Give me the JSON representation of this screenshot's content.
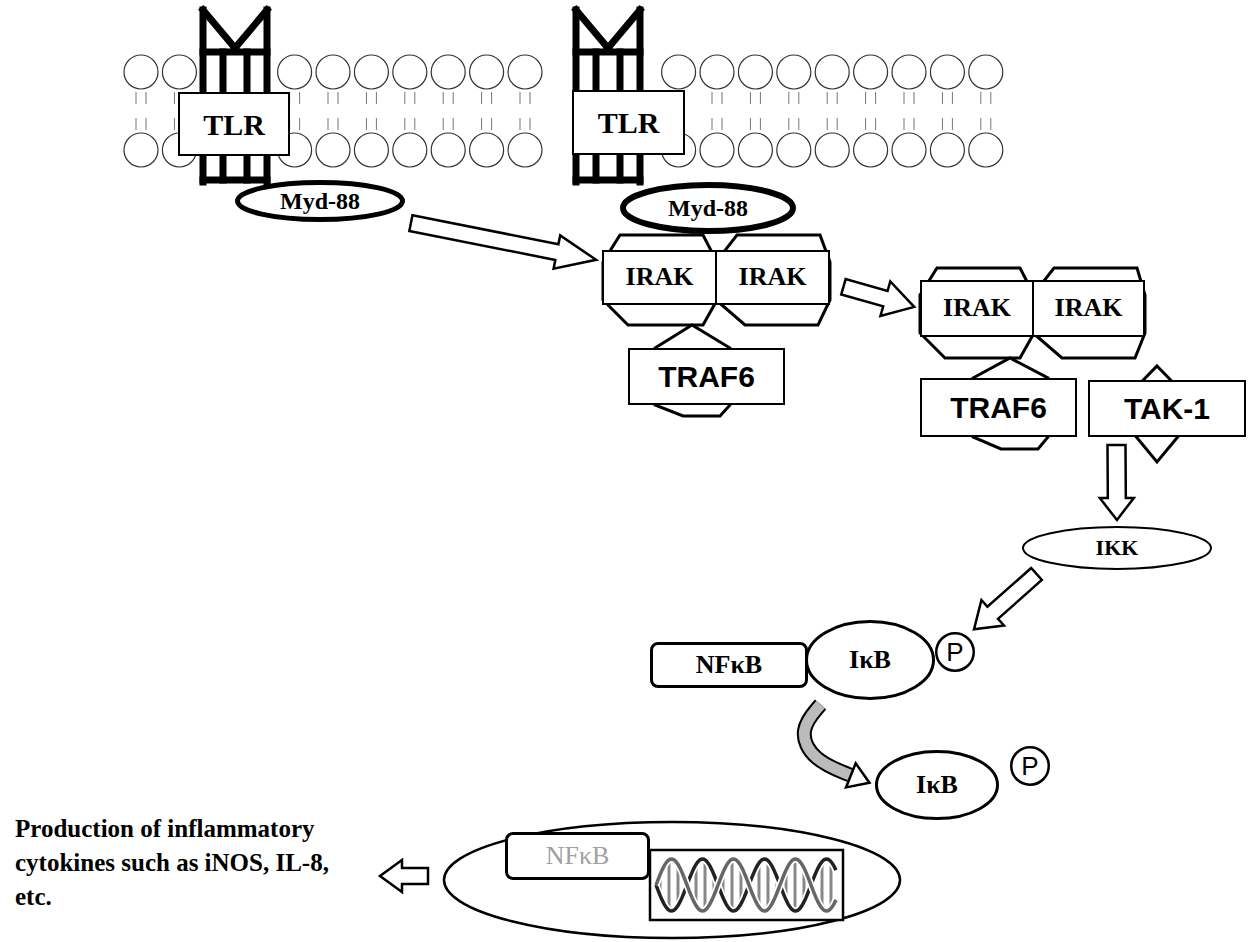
{
  "diagram": {
    "nodes": [
      {
        "text": [
          "TLR"
        ]
      },
      {
        "text": [
          "TLR"
        ]
      },
      {
        "text": [
          "Myd-88"
        ]
      },
      {
        "text": [
          "Myd-88"
        ]
      },
      {
        "text": [
          "IRAK"
        ]
      },
      {
        "text": [
          "IRAK"
        ]
      },
      {
        "text": [
          "TRAF6"
        ]
      },
      {
        "text": [
          "IRAK"
        ]
      },
      {
        "text": [
          "IRAK"
        ]
      },
      {
        "text": [
          "TRAF6"
        ]
      },
      {
        "text": [
          "TAK-1"
        ]
      },
      {
        "text": [
          "IKK"
        ]
      },
      {
        "text": [
          "NFκB"
        ]
      },
      {
        "text": [
          "IκB"
        ]
      },
      {
        "text": [
          "P"
        ]
      },
      {
        "text": [
          "IκB"
        ]
      },
      {
        "text": [
          "P"
        ]
      },
      {
        "text": [
          "NFκB"
        ]
      }
    ],
    "edges": [
      {
        "from": 2,
        "to": 4,
        "arrow": "to"
      },
      {
        "from": 5,
        "to": 7,
        "arrow": "to"
      },
      {
        "from": 10,
        "to": 11,
        "arrow": "to"
      },
      {
        "from": 11,
        "to": 14,
        "arrow": "to"
      },
      {
        "from": 13,
        "to": 15,
        "arrow": "to"
      }
    ],
    "labels": [
      "Production of inflammatory cytokines such as iNOS, IL-8, etc."
    ]
  }
}
